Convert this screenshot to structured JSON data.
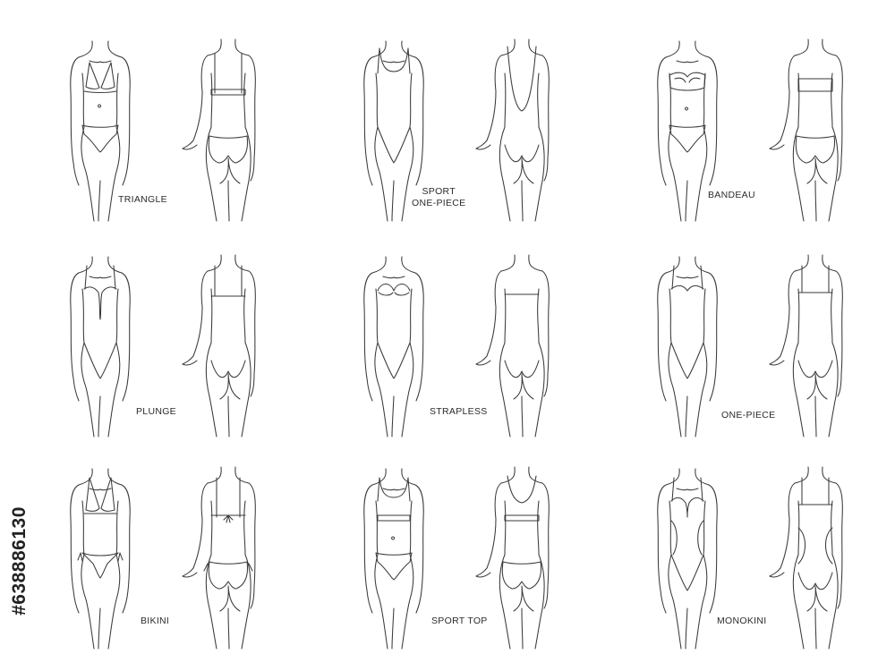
{
  "stock_id": "#638886130",
  "styles": [
    {
      "name": "TRIANGLE"
    },
    {
      "name": "SPORT",
      "name2": "ONE-PIECE"
    },
    {
      "name": "BANDEAU"
    },
    {
      "name": "PLUNGE"
    },
    {
      "name": "STRAPLESS"
    },
    {
      "name": "ONE-PIECE"
    },
    {
      "name": "BIKINI"
    },
    {
      "name": "SPORT TOP"
    },
    {
      "name": "MONOKINI"
    }
  ]
}
